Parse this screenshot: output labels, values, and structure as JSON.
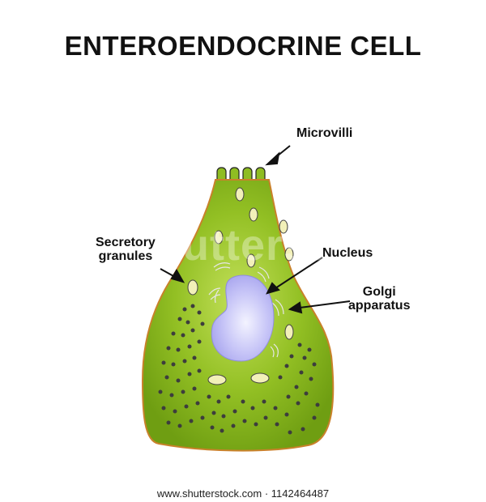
{
  "title": "ENTEROENDOCRINE CELL",
  "labels": {
    "microvilli": "Microvilli",
    "secretory_line1": "Secretory",
    "secretory_line2": "granules",
    "nucleus": "Nucleus",
    "golgi_line1": "Golgi",
    "golgi_line2": "apparatus"
  },
  "watermark": "shutterstock",
  "footer": "www.shutterstock.com · 1142464487",
  "colors": {
    "cytoplasm": "#7fb019",
    "cytoplasm_light": "#b7d84a",
    "outline": "#c9812a",
    "nucleus": "#b8b6f3",
    "granule": "#f2f0b8",
    "dots": "#3d3d3d"
  }
}
